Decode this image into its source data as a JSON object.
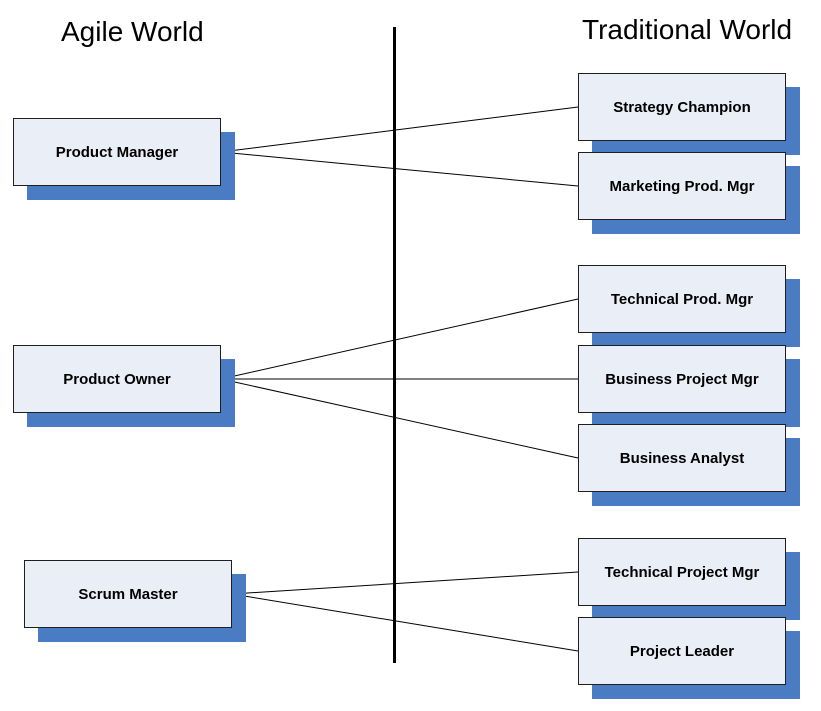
{
  "headings": {
    "agile": "Agile World",
    "traditional": "Traditional World"
  },
  "colors": {
    "box_fill": "#e9eef7",
    "box_shadow": "#4a7cc4",
    "line": "#000000"
  },
  "agile_roles": [
    {
      "id": "product-manager",
      "label": "Product Manager"
    },
    {
      "id": "product-owner",
      "label": "Product Owner"
    },
    {
      "id": "scrum-master",
      "label": "Scrum Master"
    }
  ],
  "traditional_roles": [
    {
      "id": "strategy-champion",
      "label": "Strategy Champion"
    },
    {
      "id": "marketing-prod-mgr",
      "label": "Marketing Prod. Mgr"
    },
    {
      "id": "technical-prod-mgr",
      "label": "Technical Prod. Mgr"
    },
    {
      "id": "business-project-mgr",
      "label": "Business Project Mgr"
    },
    {
      "id": "business-analyst",
      "label": "Business Analyst"
    },
    {
      "id": "technical-project-mgr",
      "label": "Technical Project Mgr"
    },
    {
      "id": "project-leader",
      "label": "Project Leader"
    }
  ],
  "connections": [
    {
      "from": "product-manager",
      "to": "strategy-champion"
    },
    {
      "from": "product-manager",
      "to": "marketing-prod-mgr"
    },
    {
      "from": "product-owner",
      "to": "technical-prod-mgr"
    },
    {
      "from": "product-owner",
      "to": "business-project-mgr"
    },
    {
      "from": "product-owner",
      "to": "business-analyst"
    },
    {
      "from": "scrum-master",
      "to": "technical-project-mgr"
    },
    {
      "from": "scrum-master",
      "to": "project-leader"
    }
  ]
}
